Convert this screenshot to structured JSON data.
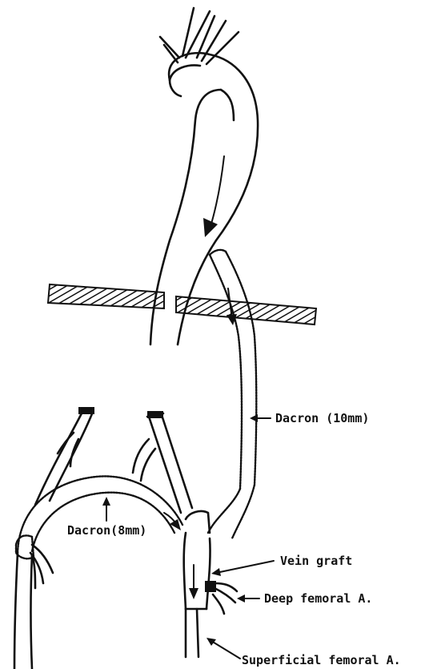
{
  "labels": {
    "dacron_10": "Dacron (10mm)",
    "dacron_8": "Dacron(8mm)",
    "vein_graft": "Vein graft",
    "deep_femoral": "Deep femoral A.",
    "superficial_femoral": "Superficial femoral A."
  },
  "colors": {
    "ink": "#111111",
    "background": "#ffffff"
  }
}
